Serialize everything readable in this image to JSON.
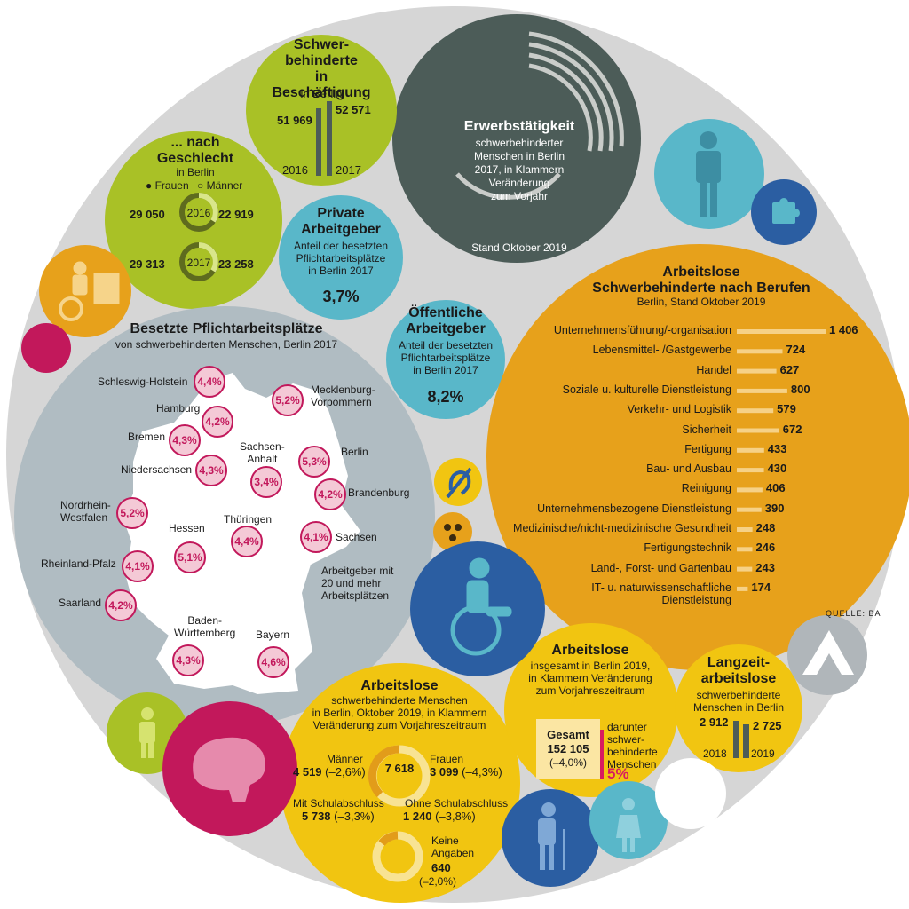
{
  "colors": {
    "outer": "#d6d6d6",
    "green": "#a9c126",
    "dark_slate": "#4c5c58",
    "teal": "#59b7c9",
    "orange": "#e7a11b",
    "yellow": "#f1c511",
    "gray_map": "#b0bcc2",
    "pink": "#c2185b",
    "blue": "#2b5ea2",
    "red_accent": "#d81b60"
  },
  "icons": [
    "puzzle-icon",
    "person-icon",
    "wheelchair-icon",
    "hearing-icon",
    "braille-icon",
    "brain-icon",
    "elderly-icon",
    "woman-icon",
    "desk-wheelchair-icon",
    "agency-logo-icon"
  ],
  "employment": {
    "title": "Schwer-\nbehinderte\nin Beschäftigung",
    "subtitle": "in Berlin",
    "y2016": "2016",
    "v2016": "51 969",
    "y2017": "2017",
    "v2017": "52 571"
  },
  "gender": {
    "title": "... nach\nGeschlecht",
    "subtitle": "in Berlin",
    "legend_f": "Frauen",
    "legend_m": "Männer",
    "y2016": "2016",
    "f2016": "29 050",
    "m2016": "22 919",
    "y2017": "2017",
    "f2017": "29 313",
    "m2017": "23 258"
  },
  "erwerb": {
    "title": "Erwerbstätigkeit",
    "body": "schwerbehinderter\nMenschen in Berlin\n2017, in Klammern\nVeränderung\nzum Vorjahr",
    "stand": "Stand Oktober 2019"
  },
  "private": {
    "title": "Private\nArbeitgeber",
    "body": "Anteil der besetzten\nPflichtarbeitsplätze\nin Berlin 2017",
    "value": "3,7%"
  },
  "public": {
    "title": "Öffentliche\nArbeitgeber",
    "body": "Anteil der besetzten\nPflichtarbeitsplätze\nin Berlin 2017",
    "value": "8,2%"
  },
  "map": {
    "title": "Besetzte Pflichtarbeitsplätze",
    "subtitle": "von schwerbehinderten Menschen, Berlin 2017",
    "note": "Arbeitgeber mit\n20 und mehr\nArbeitsplätzen",
    "states": [
      {
        "name": "Schleswig-Holstein",
        "value": "4,4%"
      },
      {
        "name": "Mecklenburg-\nVorpommern",
        "value": "5,2%"
      },
      {
        "name": "Hamburg",
        "value": "4,2%"
      },
      {
        "name": "Bremen",
        "value": "4,3%"
      },
      {
        "name": "Sachsen-\nAnhalt",
        "value": "3,4%"
      },
      {
        "name": "Berlin",
        "value": "5,3%"
      },
      {
        "name": "Niedersachsen",
        "value": "4,3%"
      },
      {
        "name": "Brandenburg",
        "value": "4,2%"
      },
      {
        "name": "Nordrhein-\nWestfalen",
        "value": "5,2%"
      },
      {
        "name": "Thüringen",
        "value": "4,4%"
      },
      {
        "name": "Hessen",
        "value": "5,1%"
      },
      {
        "name": "Sachsen",
        "value": "4,1%"
      },
      {
        "name": "Rheinland-Pfalz",
        "value": "4,1%"
      },
      {
        "name": "Saarland",
        "value": "4,2%"
      },
      {
        "name": "Baden-\nWürttemberg",
        "value": "4,3%"
      },
      {
        "name": "Bayern",
        "value": "4,6%"
      }
    ]
  },
  "arbeitslose": {
    "title": "Arbeitslose",
    "body": "schwerbehinderte Menschen\nin Berlin, Oktober 2019, in Klammern\nVeränderung zum Vorjahreszeitraum",
    "total": "7 618",
    "maenner_label": "Männer",
    "maenner_value": "4 519",
    "maenner_change": "(–2,6%)",
    "frauen_label": "Frauen",
    "frauen_value": "3 099",
    "frauen_change": "(–4,3%)",
    "mit_label": "Mit Schulabschluss",
    "mit_value": "5 738",
    "mit_change": "(–3,3%)",
    "ohne_label": "Ohne Schulabschluss",
    "ohne_value": "1 240",
    "ohne_change": "(–3,8%)",
    "keine_label": "Keine\nAngaben",
    "keine_value": "640",
    "keine_change": "(–2,0%)"
  },
  "insgesamt": {
    "title": "Arbeitslose",
    "body": "insgesamt in Berlin 2019,\nin Klammern Veränderung\nzum Vorjahreszeitraum",
    "gesamt_label": "Gesamt",
    "gesamt_value": "152 105",
    "gesamt_change": "(–4,0%)",
    "darunter": "darunter\nschwer-\nbehinderte\nMenschen",
    "share": "5%"
  },
  "langzeit": {
    "title": "Langzeit-\narbeitslose",
    "body": "schwerbehinderte\nMenschen in Berlin",
    "v2018": "2 912",
    "v2019": "2 725",
    "y2018": "2018",
    "y2019": "2019"
  },
  "source": "QUELLE: BA",
  "chart_data": [
    {
      "type": "bar",
      "title": "Arbeitslose\nSchwerbehinderte nach Berufen",
      "subtitle": "Berlin, Stand Oktober 2019",
      "categories": [
        "Unternehmensführung/-organisation",
        "Lebensmittel- /Gastgewerbe",
        "Handel",
        "Soziale u. kulturelle Dienstleistung",
        "Verkehr- und Logistik",
        "Sicherheit",
        "Fertigung",
        "Bau- und Ausbau",
        "Reinigung",
        "Unternehmensbezogene Dienstleistung",
        "Medizinische/nicht-medizinische Gesundheit",
        "Fertigungstechnik",
        "Land-, Forst- und Gartenbau",
        "IT- u. naturwissenschaftliche\nDienstleistung"
      ],
      "values": [
        1406,
        724,
        627,
        800,
        579,
        672,
        433,
        430,
        406,
        390,
        248,
        246,
        243,
        174
      ],
      "labels": [
        "1 406",
        "724",
        "627",
        "800",
        "579",
        "672",
        "433",
        "430",
        "406",
        "390",
        "248",
        "246",
        "243",
        "174"
      ],
      "orientation": "horizontal",
      "xlim": [
        0,
        1406
      ]
    },
    {
      "type": "bar",
      "title": "Schwer-\nbehinderte\nin Beschäftigung",
      "categories": [
        "2016",
        "2017"
      ],
      "values": [
        51969,
        52571
      ]
    },
    {
      "type": "bar",
      "title": "Langzeit-\narbeitslose",
      "categories": [
        "2018",
        "2019"
      ],
      "values": [
        2912,
        2725
      ]
    }
  ]
}
